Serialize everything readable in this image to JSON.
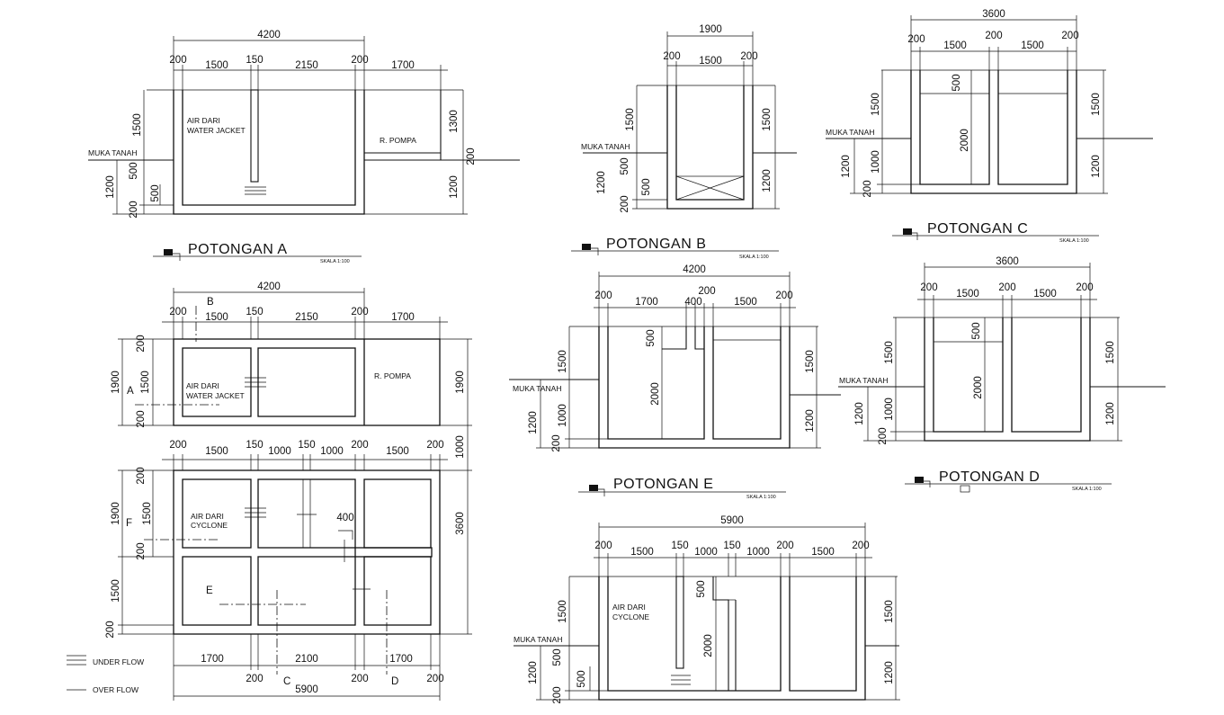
{
  "colors": {
    "ink": "#111111",
    "background": "#ffffff"
  },
  "sections": {
    "a": {
      "title": "POTONGAN A",
      "scale": "SKALA 1:100"
    },
    "b": {
      "title": "POTONGAN B",
      "scale": "SKALA 1:100"
    },
    "c": {
      "title": "POTONGAN C",
      "scale": "SKALA 1:100"
    },
    "d": {
      "title": "POTONGAN D",
      "scale": "SKALA 1:100"
    },
    "e": {
      "title": "POTONGAN E",
      "scale": "SKALA 1:100"
    }
  },
  "labels": {
    "muka_tanah": "MUKA TANAH",
    "air_dari": "AIR DARI",
    "water_jacket": "WATER JACKET",
    "cyclone": "CYCLONE",
    "r_pompa": "R. POMPA"
  },
  "section_marks": {
    "a": "A",
    "b": "B",
    "c": "C",
    "d": "D",
    "e": "E",
    "f": "F"
  },
  "legend": {
    "under_flow": "UNDER FLOW",
    "over_flow": "OVER FLOW"
  },
  "dimensions": {
    "d_4200": "4200",
    "d_3600": "3600",
    "d_5900": "5900",
    "d_2150": "2150",
    "d_2100": "2100",
    "d_2000": "2000",
    "d_1900": "1900",
    "d_1700": "1700",
    "d_1500": "1500",
    "d_1300": "1300",
    "d_1200": "1200",
    "d_1000": "1000",
    "d_500": "500",
    "d_400": "400",
    "d_200": "200",
    "d_150": "150"
  }
}
